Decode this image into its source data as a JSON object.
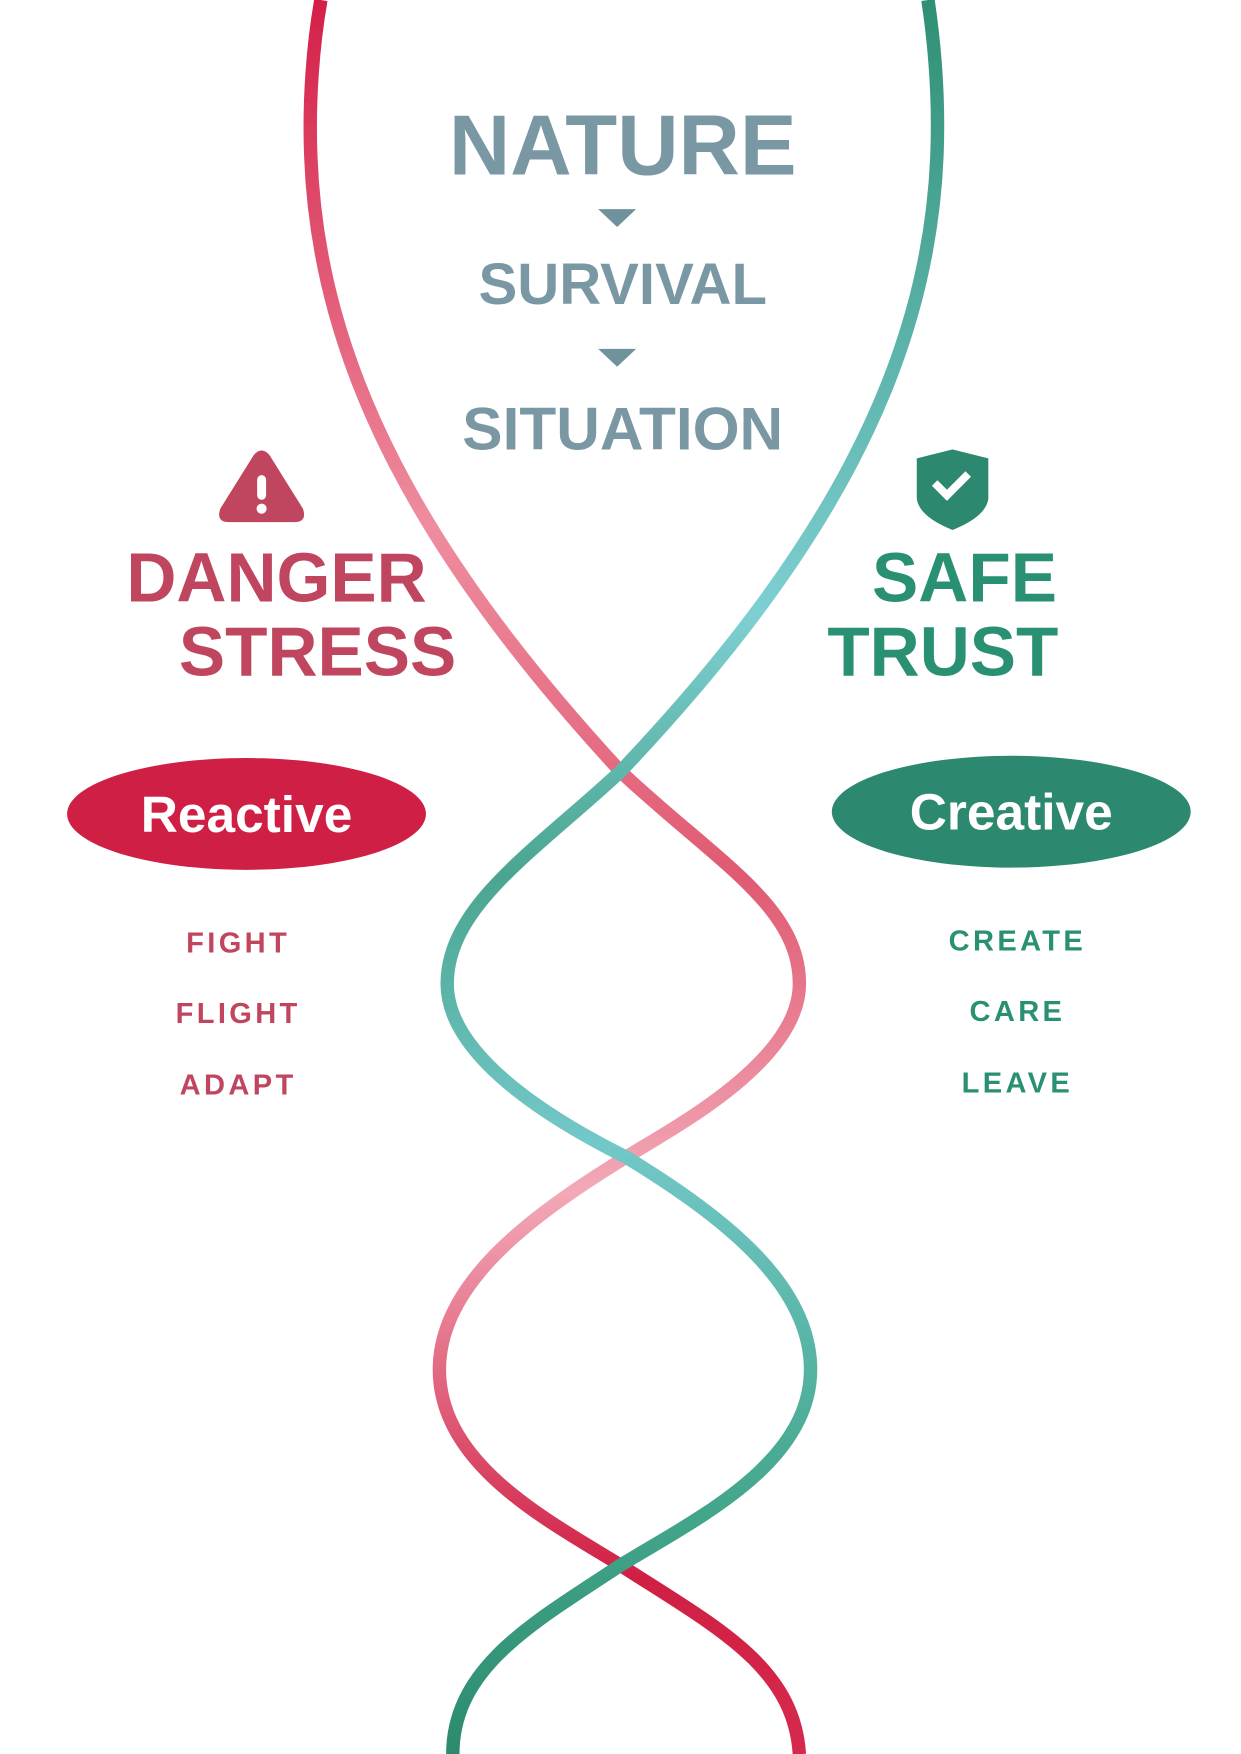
{
  "center": {
    "steps": [
      "NATURE",
      "SURVIVAL",
      "SITUATION"
    ],
    "arrow_icon": "triangle-down-icon"
  },
  "left": {
    "icon": "warning-triangle-icon",
    "headline": [
      "DANGER",
      "STRESS"
    ],
    "mode": "Reactive",
    "responses": [
      "FIGHT",
      "FLIGHT",
      "ADAPT"
    ]
  },
  "right": {
    "icon": "shield-check-icon",
    "headline": [
      "SAFE",
      "TRUST"
    ],
    "mode": "Creative",
    "responses": [
      "CREATE",
      "CARE",
      "LEAVE"
    ]
  },
  "colors": {
    "danger": "#c0455f",
    "reactive": "#d01f44",
    "safe": "#2a9074",
    "creative": "#2d8870",
    "neutral": "#7a98a4"
  }
}
